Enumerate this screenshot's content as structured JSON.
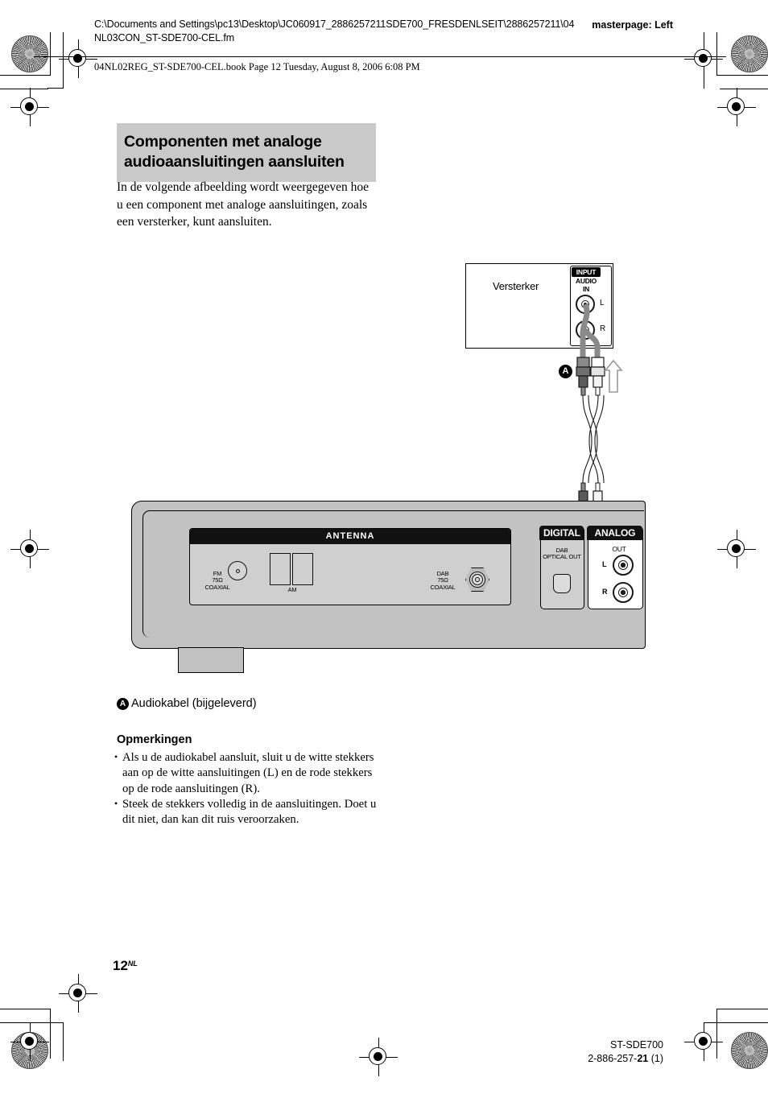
{
  "header": {
    "file_path": "C:\\Documents and Settings\\pc13\\Desktop\\JC060917_2886257211SDE700_FRESDENLSEIT\\2886257211\\04NL03CON_ST-SDE700-CEL.fm",
    "masterpage": "masterpage: Left",
    "book_line": "04NL02REG_ST-SDE700-CEL.book  Page 12  Tuesday, August 8, 2006  6:08 PM"
  },
  "section": {
    "heading": "Componenten met analoge audioaansluitingen aansluiten",
    "intro": "In de volgende afbeelding wordt weergegeven hoe u een component met analoge aansluitingen, zoals een versterker, kunt aansluiten."
  },
  "diagram": {
    "amplifier_label": "Versterker",
    "input_header": "INPUT",
    "audio_in_line1": "AUDIO",
    "audio_in_line2": "IN",
    "amp_jack_l": "L",
    "amp_jack_r": "R",
    "cable_badge": "A",
    "antenna_header": "ANTENNA",
    "fm_label": "FM\n75Ω\nCOAXIAL",
    "fm_label_l1": "FM",
    "fm_label_l2": "75Ω",
    "fm_label_l3": "COAXIAL",
    "am_label": "AM",
    "dab_label_l1": "DAB",
    "dab_label_l2": "75Ω",
    "dab_label_l3": "COAXIAL",
    "digital_header": "DIGITAL",
    "digital_sub_l1": "DAB",
    "digital_sub_l2": "OPTICAL OUT",
    "analog_header": "ANALOG",
    "analog_out": "OUT",
    "analog_jack_l": "L",
    "analog_jack_r": "R"
  },
  "captions": {
    "item_a_badge": "A",
    "item_a_text": "Audiokabel (bijgeleverd)",
    "notes_title": "Opmerkingen",
    "notes": [
      "Als u de audiokabel aansluit, sluit u de witte stekkers aan op de witte aansluitingen (L) en de rode stekkers op de rode aansluitingen (R).",
      "Steek de stekkers volledig in de aansluitingen. Doet u dit niet, dan kan dit ruis veroorzaken."
    ]
  },
  "footer": {
    "page_number": "12",
    "page_suffix": "NL",
    "model": "ST-SDE700",
    "part_prefix": "2-886-257-",
    "part_bold": "21",
    "part_suffix": " (1)"
  },
  "colors": {
    "heading_bg": "#c9c9c9",
    "panel_body": "#c2c2c2",
    "panel_inset": "#cfcfcf",
    "header_bar": "#111111",
    "cable_gray": "#8a8a8a",
    "cable_white": "#ffffff"
  }
}
